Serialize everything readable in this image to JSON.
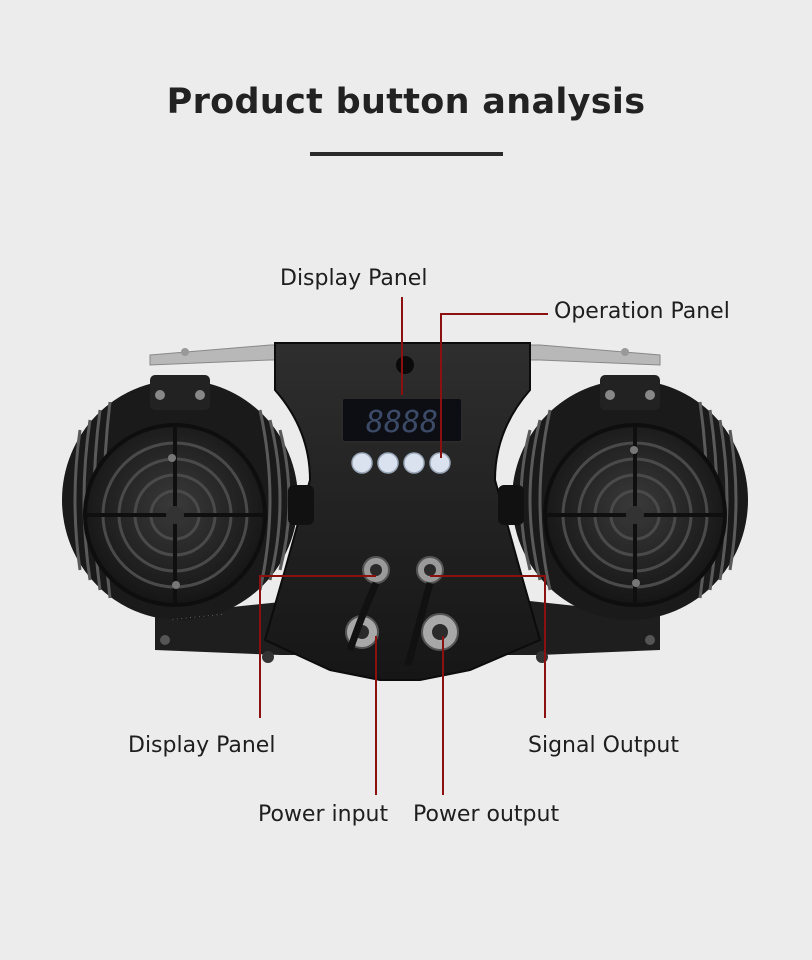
{
  "page": {
    "title": "Product button analysis"
  },
  "display": {
    "digits": "8888"
  },
  "labels": {
    "display_panel_top": "Display Panel",
    "operation_panel": "Operation Panel",
    "display_panel_bottom": "Display Panel",
    "signal_output": "Signal Output",
    "power_input": "Power input",
    "power_output": "Power output"
  },
  "colors": {
    "background": "#ececec",
    "callout_line": "#8c1010",
    "title_text": "#222222",
    "device_body": "#1c1c1c"
  }
}
